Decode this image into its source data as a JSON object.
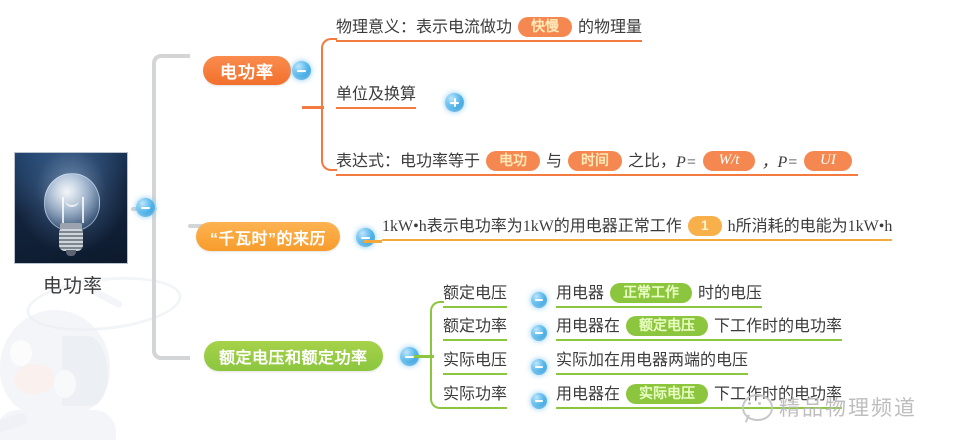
{
  "root": {
    "label": "电功率",
    "image_alt": "light-bulb"
  },
  "branches": [
    {
      "id": "power",
      "title": "电功率",
      "color": "#f2702c",
      "toggle": "minus",
      "children": [
        {
          "id": "meaning",
          "toggle": null,
          "parts": [
            {
              "type": "text",
              "value": "物理意义：表示电流做功"
            },
            {
              "type": "tag",
              "value": "快慢"
            },
            {
              "type": "text",
              "value": "的物理量"
            }
          ]
        },
        {
          "id": "unit",
          "toggle": "plus",
          "parts": [
            {
              "type": "text",
              "value": "单位及换算"
            }
          ]
        },
        {
          "id": "formula",
          "toggle": null,
          "parts": [
            {
              "type": "text",
              "value": "表达式：电功率等于"
            },
            {
              "type": "tag",
              "value": "电功"
            },
            {
              "type": "text",
              "value": "与"
            },
            {
              "type": "tag",
              "value": "时间"
            },
            {
              "type": "text",
              "value": "之比，"
            },
            {
              "type": "italic",
              "value": "P="
            },
            {
              "type": "formula",
              "value": "W/t"
            },
            {
              "type": "italic",
              "value": "，P="
            },
            {
              "type": "formula",
              "value": "UI"
            }
          ]
        }
      ]
    },
    {
      "id": "kwh",
      "title": "“千瓦时”的来历",
      "color": "#f79c2b",
      "toggle": "minus",
      "children": [
        {
          "id": "kwh-def",
          "toggle": null,
          "parts": [
            {
              "type": "serif",
              "value": "1kW•h表示电功率为1kW的用电器正常工作"
            },
            {
              "type": "tag",
              "value": "1"
            },
            {
              "type": "serif",
              "value": "h所消耗的电能为1kW•h"
            }
          ]
        }
      ]
    },
    {
      "id": "rated",
      "title": "额定电压和额定功率",
      "color": "#8cc63f",
      "toggle": "minus",
      "children": [
        {
          "id": "rated-voltage",
          "label": "额定电压",
          "toggle": "minus",
          "parts": [
            {
              "type": "text",
              "value": "用电器"
            },
            {
              "type": "tag",
              "value": "正常工作"
            },
            {
              "type": "text",
              "value": "时的电压"
            }
          ]
        },
        {
          "id": "rated-power",
          "label": "额定功率",
          "toggle": "minus",
          "parts": [
            {
              "type": "text",
              "value": "用电器在"
            },
            {
              "type": "tag",
              "value": "额定电压"
            },
            {
              "type": "text",
              "value": "下工作时的电功率"
            }
          ]
        },
        {
          "id": "actual-voltage",
          "label": "实际电压",
          "toggle": "minus",
          "parts": [
            {
              "type": "text",
              "value": "实际加在用电器两端的电压"
            }
          ]
        },
        {
          "id": "actual-power",
          "label": "实际功率",
          "toggle": "minus",
          "parts": [
            {
              "type": "text",
              "value": "用电器在"
            },
            {
              "type": "tag",
              "value": "实际电压"
            },
            {
              "type": "text",
              "value": "下工作时的电功率"
            }
          ]
        }
      ]
    }
  ],
  "watermark": {
    "text": "精品物理频道",
    "icon": "wechat-icon"
  }
}
